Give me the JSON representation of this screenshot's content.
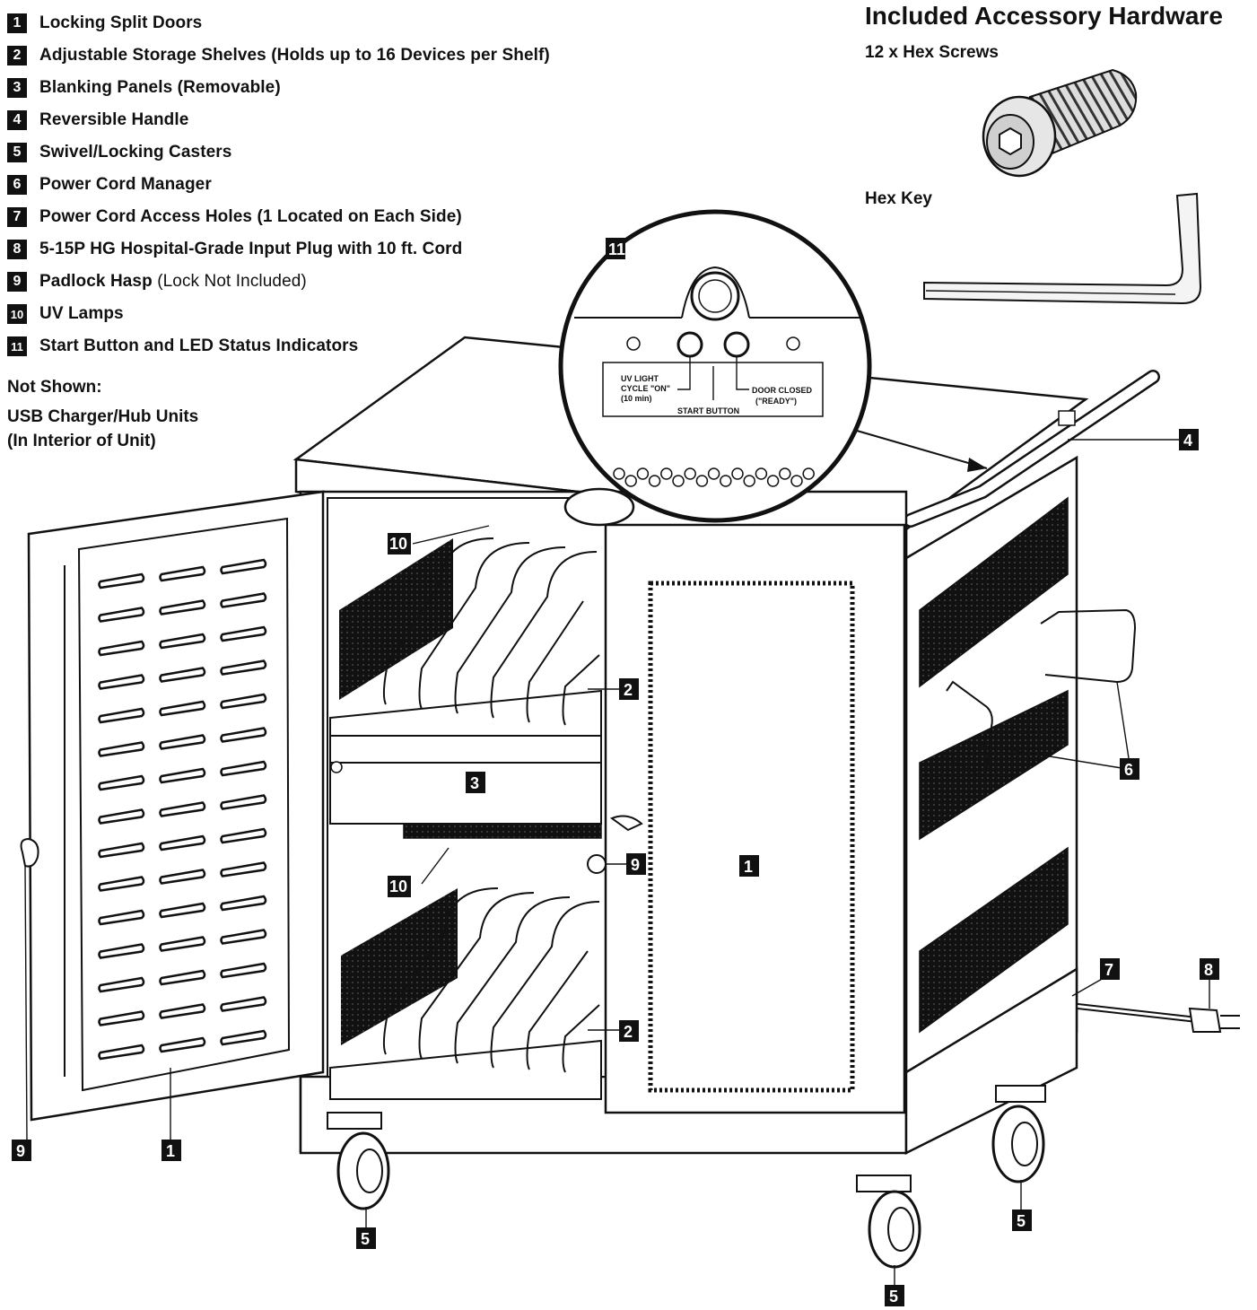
{
  "legend": {
    "items": [
      {
        "num": "1",
        "label": "Locking Split Doors",
        "note": ""
      },
      {
        "num": "2",
        "label": "Adjustable Storage Shelves (Holds up to 16 Devices per Shelf)",
        "note": ""
      },
      {
        "num": "3",
        "label": "Blanking Panels (Removable)",
        "note": ""
      },
      {
        "num": "4",
        "label": "Reversible Handle",
        "note": ""
      },
      {
        "num": "5",
        "label": "Swivel/Locking Casters",
        "note": ""
      },
      {
        "num": "6",
        "label": "Power Cord Manager",
        "note": ""
      },
      {
        "num": "7",
        "label": "Power Cord Access Holes (1 Located on Each Side)",
        "note": ""
      },
      {
        "num": "8",
        "label": "5-15P HG Hospital-Grade Input Plug with 10 ft. Cord",
        "note": ""
      },
      {
        "num": "9",
        "label": "Padlock Hasp",
        "note": " (Lock Not Included)"
      },
      {
        "num": "10",
        "label": "UV Lamps",
        "note": ""
      },
      {
        "num": "11",
        "label": "Start Button and LED Status Indicators",
        "note": ""
      }
    ]
  },
  "not_shown": {
    "title": "Not Shown:",
    "line1": "USB Charger/Hub Units",
    "line2": "(In Interior of Unit)"
  },
  "accessories": {
    "title": "Included Accessory Hardware",
    "screws": "12 x Hex Screws",
    "hex_key": "Hex Key"
  },
  "zoom": {
    "uv_line1": "UV LIGHT",
    "uv_line2": "CYCLE \"ON\"",
    "uv_line3": "(10 min)",
    "start": "START BUTTON",
    "door_line1": "DOOR CLOSED",
    "door_line2": "(\"READY\")"
  },
  "callouts": {
    "c1": "1",
    "c2": "2",
    "c3": "3",
    "c4": "4",
    "c5": "5",
    "c6": "6",
    "c7": "7",
    "c8": "8",
    "c9": "9",
    "c10": "10",
    "c11": "11"
  },
  "colors": {
    "ink": "#111111",
    "paper": "#ffffff"
  }
}
